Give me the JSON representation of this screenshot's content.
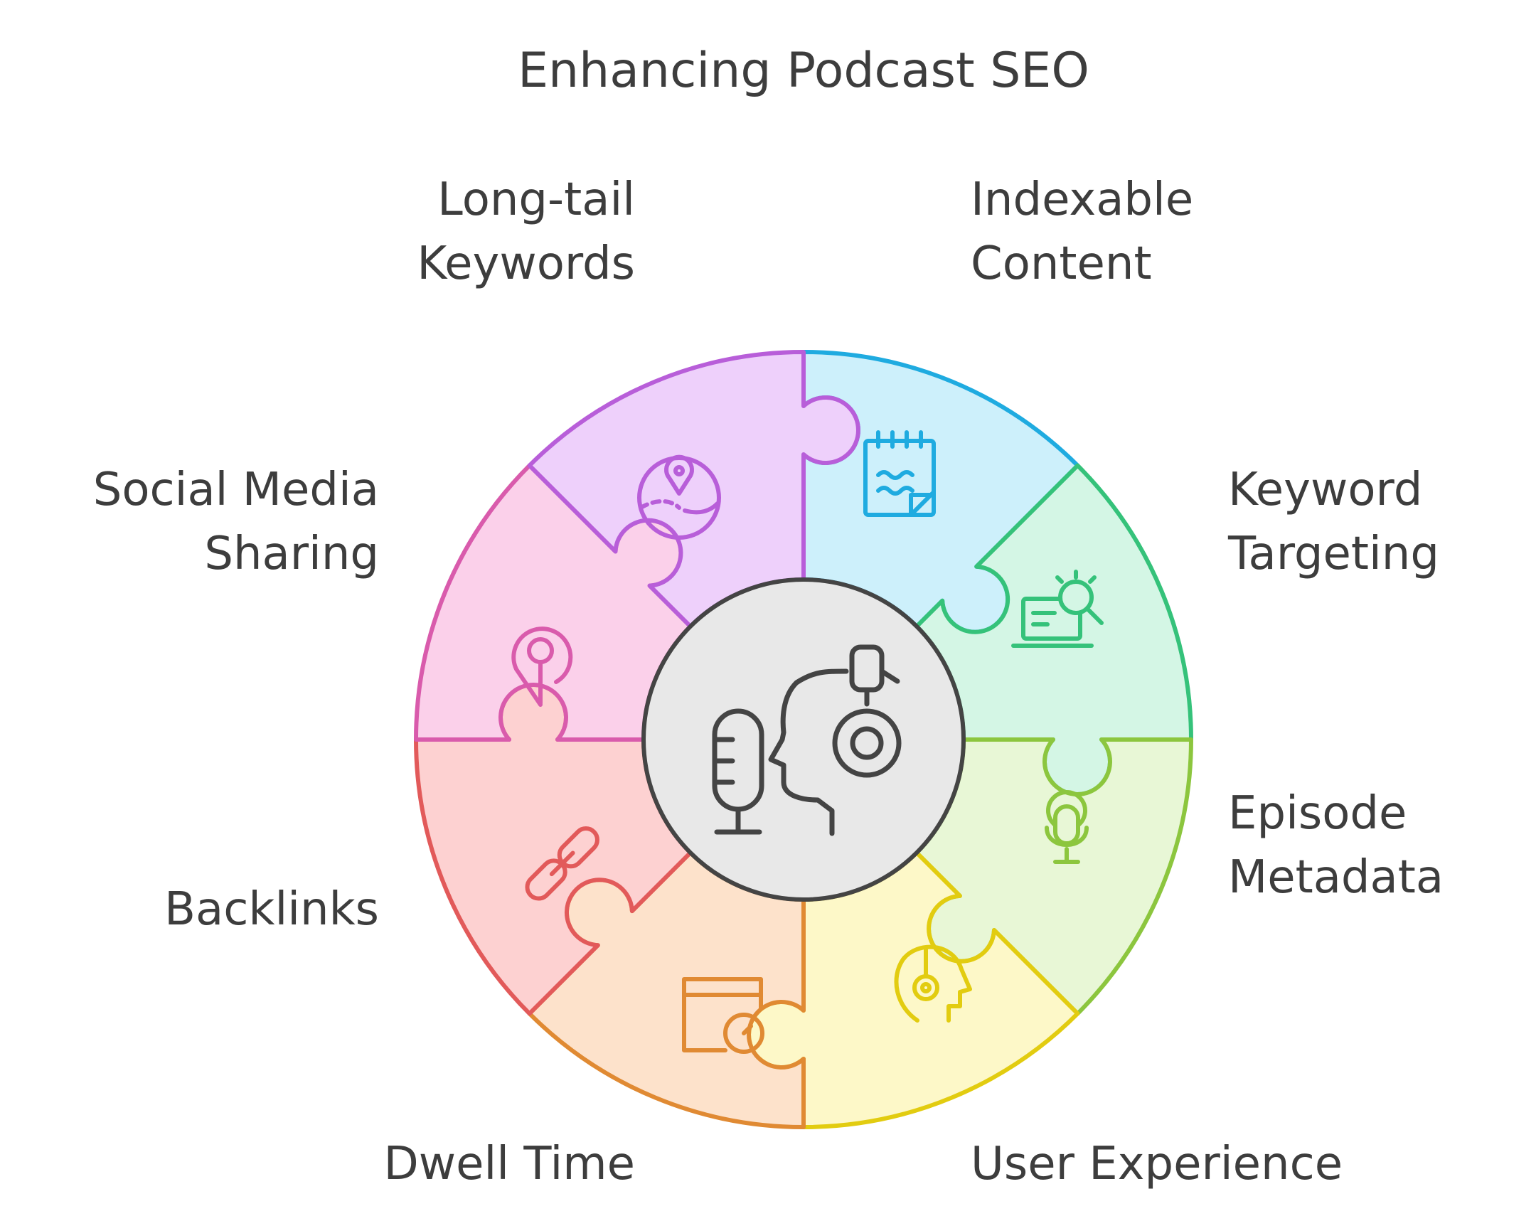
{
  "title": "Enhancing Podcast SEO",
  "center_icon": "podcast-microphone-listener-icon",
  "segments": [
    {
      "key": "indexable",
      "lines": [
        "Indexable",
        "Content"
      ],
      "icon": "notepad-icon",
      "stroke": "#1fabe0",
      "fill": "#cdf0fb"
    },
    {
      "key": "keyword",
      "lines": [
        "Keyword",
        "Targeting"
      ],
      "icon": "laptop-search-icon",
      "stroke": "#35c27a",
      "fill": "#d4f6e5"
    },
    {
      "key": "episode",
      "lines": [
        "Episode",
        "Metadata"
      ],
      "icon": "globe-microphone-icon",
      "stroke": "#8cc63e",
      "fill": "#e8f7d6"
    },
    {
      "key": "ux",
      "lines": [
        "User Experience"
      ],
      "icon": "headset-person-icon",
      "stroke": "#e2cc10",
      "fill": "#fdf8c8"
    },
    {
      "key": "dwell",
      "lines": [
        "Dwell Time"
      ],
      "icon": "window-clock-icon",
      "stroke": "#e08a33",
      "fill": "#fde2cb"
    },
    {
      "key": "backlinks",
      "lines": [
        "Backlinks"
      ],
      "icon": "link-icon",
      "stroke": "#e25a5a",
      "fill": "#fdd1d1"
    },
    {
      "key": "social",
      "lines": [
        "Social Media",
        "Sharing"
      ],
      "icon": "location-pin-icon",
      "stroke": "#d95bac",
      "fill": "#fbd0ea"
    },
    {
      "key": "longtail",
      "lines": [
        "Long-tail",
        "Keywords"
      ],
      "icon": "map-pin-route-icon",
      "stroke": "#b85ed9",
      "fill": "#eed0fb"
    }
  ],
  "colors": {
    "center_fill": "#e8e8e8",
    "text": "#3d3d3d",
    "icon_dark": "#444444"
  }
}
